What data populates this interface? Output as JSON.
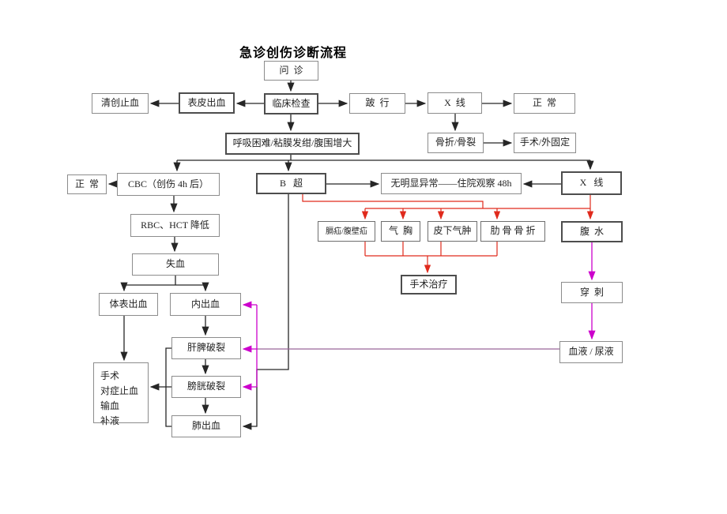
{
  "title": "急诊创伤诊断流程",
  "colors": {
    "background": "#ffffff",
    "line_black": "#262626",
    "line_red": "#e02a1c",
    "line_magenta": "#cc00cc",
    "line_purple": "#996699",
    "box_border": "#8c8c8c",
    "box_border_bold": "#4d4d4d",
    "text": "#1f1f1f"
  },
  "nodes": {
    "wenzhen": {
      "label": "问  诊"
    },
    "linchuang": {
      "label": "临床检查"
    },
    "biaopi": {
      "label": "表皮出血"
    },
    "qingchuang": {
      "label": "清创止血"
    },
    "boxing": {
      "label": "跛  行"
    },
    "xray_top": {
      "label": "X  线"
    },
    "normal_top": {
      "label": "正  常"
    },
    "guzhe": {
      "label": "骨折/骨裂"
    },
    "waiguding": {
      "label": "手术/外固定"
    },
    "huxi": {
      "label": "呼吸困难/粘膜发绀/腹围增大"
    },
    "normal_left": {
      "label": "正  常"
    },
    "cbc": {
      "label": "CBC（创伤 4h 后）"
    },
    "bchao": {
      "label": "B   超"
    },
    "guancha": {
      "label": "无明显异常——住院观察 48h"
    },
    "xray_right": {
      "label": "X   线"
    },
    "rbc": {
      "label": "RBC、HCT 降低"
    },
    "shixue": {
      "label": "失血"
    },
    "geshan": {
      "label": "膈疝/腹壁疝"
    },
    "qixiong": {
      "label": "气  胸"
    },
    "pixia": {
      "label": "皮下气肿"
    },
    "leigu": {
      "label": "肋 骨 骨 折"
    },
    "fushui": {
      "label": "腹  水"
    },
    "shoushu_zhiliao": {
      "label": "手术治疗"
    },
    "tibiao": {
      "label": "体表出血"
    },
    "neichuxue": {
      "label": "内出血"
    },
    "chuanci": {
      "label": "穿  刺"
    },
    "ganpi": {
      "label": "肝脾破裂"
    },
    "pangguang": {
      "label": "膀胱破裂"
    },
    "xueye": {
      "label": "血液 / 尿液"
    },
    "feichuxue": {
      "label": "肺出血"
    }
  },
  "treatment_box": {
    "lines": [
      "手术",
      "对症止血",
      "输血",
      "补液"
    ]
  },
  "edges": [
    {
      "from": "问诊",
      "to": "临床检查",
      "color": "black"
    },
    {
      "from": "临床检查",
      "to": "表皮出血",
      "color": "black"
    },
    {
      "from": "表皮出血",
      "to": "清创止血",
      "color": "black"
    },
    {
      "from": "临床检查",
      "to": "跛行",
      "color": "black"
    },
    {
      "from": "跛行",
      "to": "X线",
      "color": "black"
    },
    {
      "from": "X线",
      "to": "正常",
      "color": "black"
    },
    {
      "from": "X线",
      "to": "骨折/骨裂",
      "color": "black"
    },
    {
      "from": "骨折/骨裂",
      "to": "手术/外固定",
      "color": "black"
    },
    {
      "from": "临床检查",
      "to": "呼吸困难/粘膜发绀/腹围增大",
      "color": "black"
    },
    {
      "from": "呼吸困难/粘膜发绀/腹围增大",
      "to": "CBC（创伤 4h 后）",
      "color": "black"
    },
    {
      "from": "呼吸困难/粘膜发绀/腹围增大",
      "to": "B 超",
      "color": "black"
    },
    {
      "from": "呼吸困难/粘膜发绀/腹围增大",
      "to": "X 线",
      "color": "black"
    },
    {
      "from": "CBC（创伤 4h 后）",
      "to": "正常",
      "color": "black"
    },
    {
      "from": "CBC（创伤 4h 后）",
      "to": "RBC、HCT 降低",
      "color": "black"
    },
    {
      "from": "RBC、HCT 降低",
      "to": "失血",
      "color": "black"
    },
    {
      "from": "失血",
      "to": "体表出血",
      "color": "black"
    },
    {
      "from": "失血",
      "to": "内出血",
      "color": "black"
    },
    {
      "from": "体表出血",
      "to": "手术/对症止血/输血/补液",
      "color": "black"
    },
    {
      "from": "内出血",
      "to": "肝脾破裂",
      "color": "black"
    },
    {
      "from": "肝脾破裂",
      "to": "膀胱破裂",
      "color": "black"
    },
    {
      "from": "膀胱破裂",
      "to": "肺出血",
      "color": "black"
    },
    {
      "from": "肝脾破裂/膀胱破裂/肺出血",
      "to": "手术/对症止血/输血/补液",
      "color": "black"
    },
    {
      "from": "B 超",
      "to": "无明显异常——住院观察 48h",
      "color": "black"
    },
    {
      "from": "X 线",
      "to": "无明显异常——住院观察 48h",
      "color": "black"
    },
    {
      "from": "B 超",
      "to": "肺出血",
      "color": "black"
    },
    {
      "from": "B 超",
      "to": "膈疝/腹壁疝、气胸、皮下气肿、肋骨骨折",
      "color": "red"
    },
    {
      "from": "X 线",
      "to": "腹水",
      "color": "red"
    },
    {
      "from": "膈疝/腹壁疝、气胸、皮下气肿、肋骨骨折",
      "to": "手术治疗",
      "color": "red"
    },
    {
      "from": "腹水",
      "to": "穿刺",
      "color": "magenta"
    },
    {
      "from": "穿刺",
      "to": "血液/尿液",
      "color": "magenta"
    },
    {
      "from": "血液/尿液",
      "to": "内出血",
      "color": "purple"
    },
    {
      "from": "血液/尿液",
      "to": "肝脾破裂",
      "color": "purple"
    },
    {
      "from": "血液/尿液",
      "to": "膀胱破裂",
      "color": "purple"
    }
  ]
}
